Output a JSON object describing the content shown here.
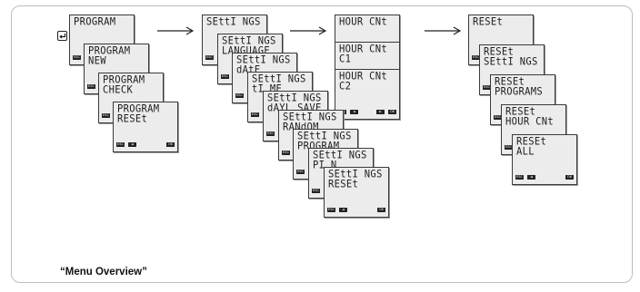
{
  "caption": "“Menu Overview”",
  "columns": [
    {
      "name": "program",
      "screens": [
        {
          "line1": "PROGRAM",
          "line2": ""
        },
        {
          "line1": "PROGRAM",
          "line2": "NEW"
        },
        {
          "line1": "PROGRAM",
          "line2": "CHECK"
        },
        {
          "line1": "PROGRAM",
          "line2": "RESEt"
        }
      ],
      "last_buttons": [
        "ESC",
        "◄",
        "OK"
      ]
    },
    {
      "name": "settings",
      "screens": [
        {
          "line1": "SEttI NGS",
          "line2": ""
        },
        {
          "line1": "SEttI NGS",
          "line2": "LANGUAGE"
        },
        {
          "line1": "SEttI NGS",
          "line2": "dAtE"
        },
        {
          "line1": "SEttI NGS",
          "line2": "tI ME"
        },
        {
          "line1": "SEttI NGS",
          "line2": "dAYL SAVE"
        },
        {
          "line1": "SEttI NGS",
          "line2": "RANdOM"
        },
        {
          "line1": "SEttI NGS",
          "line2": "PROGRAM"
        },
        {
          "line1": "SEttI NGS",
          "line2": "PI N"
        },
        {
          "line1": "SEttI NGS",
          "line2": "RESEt"
        }
      ],
      "last_buttons": [
        "ESC",
        "◄",
        "OK"
      ]
    },
    {
      "name": "hour-cnt",
      "screens": [
        {
          "line1": "HOUR CNt",
          "line2": ""
        },
        {
          "line1": "HOUR CNt",
          "line2": "C1"
        },
        {
          "line1": "HOUR CNt",
          "line2": "C2"
        }
      ],
      "last_buttons": [
        "ESC",
        "◄",
        "►",
        "OK"
      ]
    },
    {
      "name": "reset",
      "screens": [
        {
          "line1": "RESEt",
          "line2": ""
        },
        {
          "line1": "RESEt",
          "line2": "SEttI NGS"
        },
        {
          "line1": "RESEt",
          "line2": "PROGRAMS"
        },
        {
          "line1": "RESEt",
          "line2": "HOUR CNt"
        },
        {
          "line1": "RESEt",
          "line2": "ALL"
        }
      ],
      "last_buttons": [
        "ESC",
        "◄",
        "OK"
      ]
    }
  ],
  "colors": {
    "screen_bg": "#ececec",
    "screen_border": "#3a3a3a",
    "text": "#1e1e1e",
    "button": "#222222"
  },
  "icons": [
    "enter-icon",
    "arrow-right-icon"
  ]
}
